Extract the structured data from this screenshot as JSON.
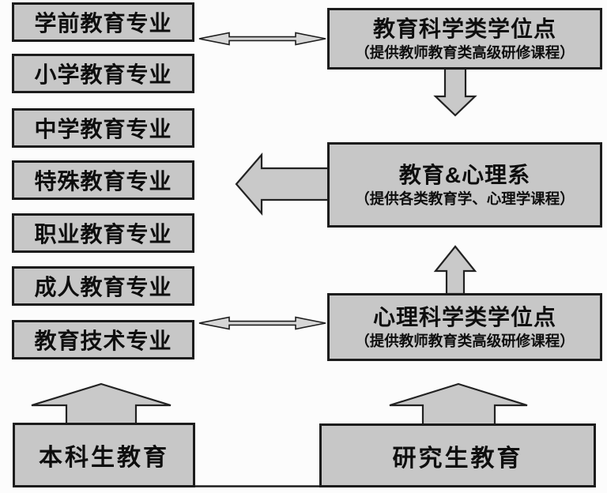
{
  "colors": {
    "box-fill": "#c7c7c7",
    "box-border": "#1c1c1c",
    "arrow-fill": "#c9c9c9",
    "arrow-border": "#222222",
    "text": "#0e0e0e",
    "background": "#fcfcfc"
  },
  "left_column": {
    "items": [
      {
        "label": "学前教育专业"
      },
      {
        "label": "小学教育专业"
      },
      {
        "label": "中学教育专业"
      },
      {
        "label": "特殊教育专业"
      },
      {
        "label": "职业教育专业"
      },
      {
        "label": "成人教育专业"
      },
      {
        "label": "教育技术专业"
      }
    ]
  },
  "right_column": {
    "education_degree": {
      "title": "教育科学类学位点",
      "subtitle": "（提供教师教育类高级研修课程）"
    },
    "department": {
      "title": "教育&心理系",
      "subtitle": "（提供各类教育学、心理学课程）"
    },
    "psychology_degree": {
      "title": "心理科学类学位点",
      "subtitle": "（提供教师教育类高级研修课程）"
    }
  },
  "bottom": {
    "undergraduate": {
      "label": "本科生教育"
    },
    "graduate": {
      "label": "研究生教育"
    }
  },
  "connectors": [
    {
      "name": "double-arrow-top",
      "type": "double-headed",
      "from": "学前教育专业",
      "to": "教育科学类学位点"
    },
    {
      "name": "double-arrow-bottom",
      "type": "double-headed",
      "from": "教育技术专业",
      "to": "心理科学类学位点"
    },
    {
      "name": "down-arrow",
      "type": "block-down",
      "from": "教育科学类学位点",
      "to": "教育&心理系"
    },
    {
      "name": "up-arrow-mid",
      "type": "block-up",
      "from": "心理科学类学位点",
      "to": "教育&心理系"
    },
    {
      "name": "left-arrow",
      "type": "block-left",
      "from": "教育&心理系",
      "to": "左侧专业列"
    },
    {
      "name": "up-arrow-undergraduate",
      "type": "block-up",
      "from": "本科生教育",
      "to": "左侧专业列"
    },
    {
      "name": "up-arrow-graduate",
      "type": "block-up",
      "from": "研究生教育",
      "to": "心理科学类学位点"
    },
    {
      "name": "bottom-connector-line",
      "type": "line",
      "from": "本科生教育",
      "to": "研究生教育"
    }
  ]
}
